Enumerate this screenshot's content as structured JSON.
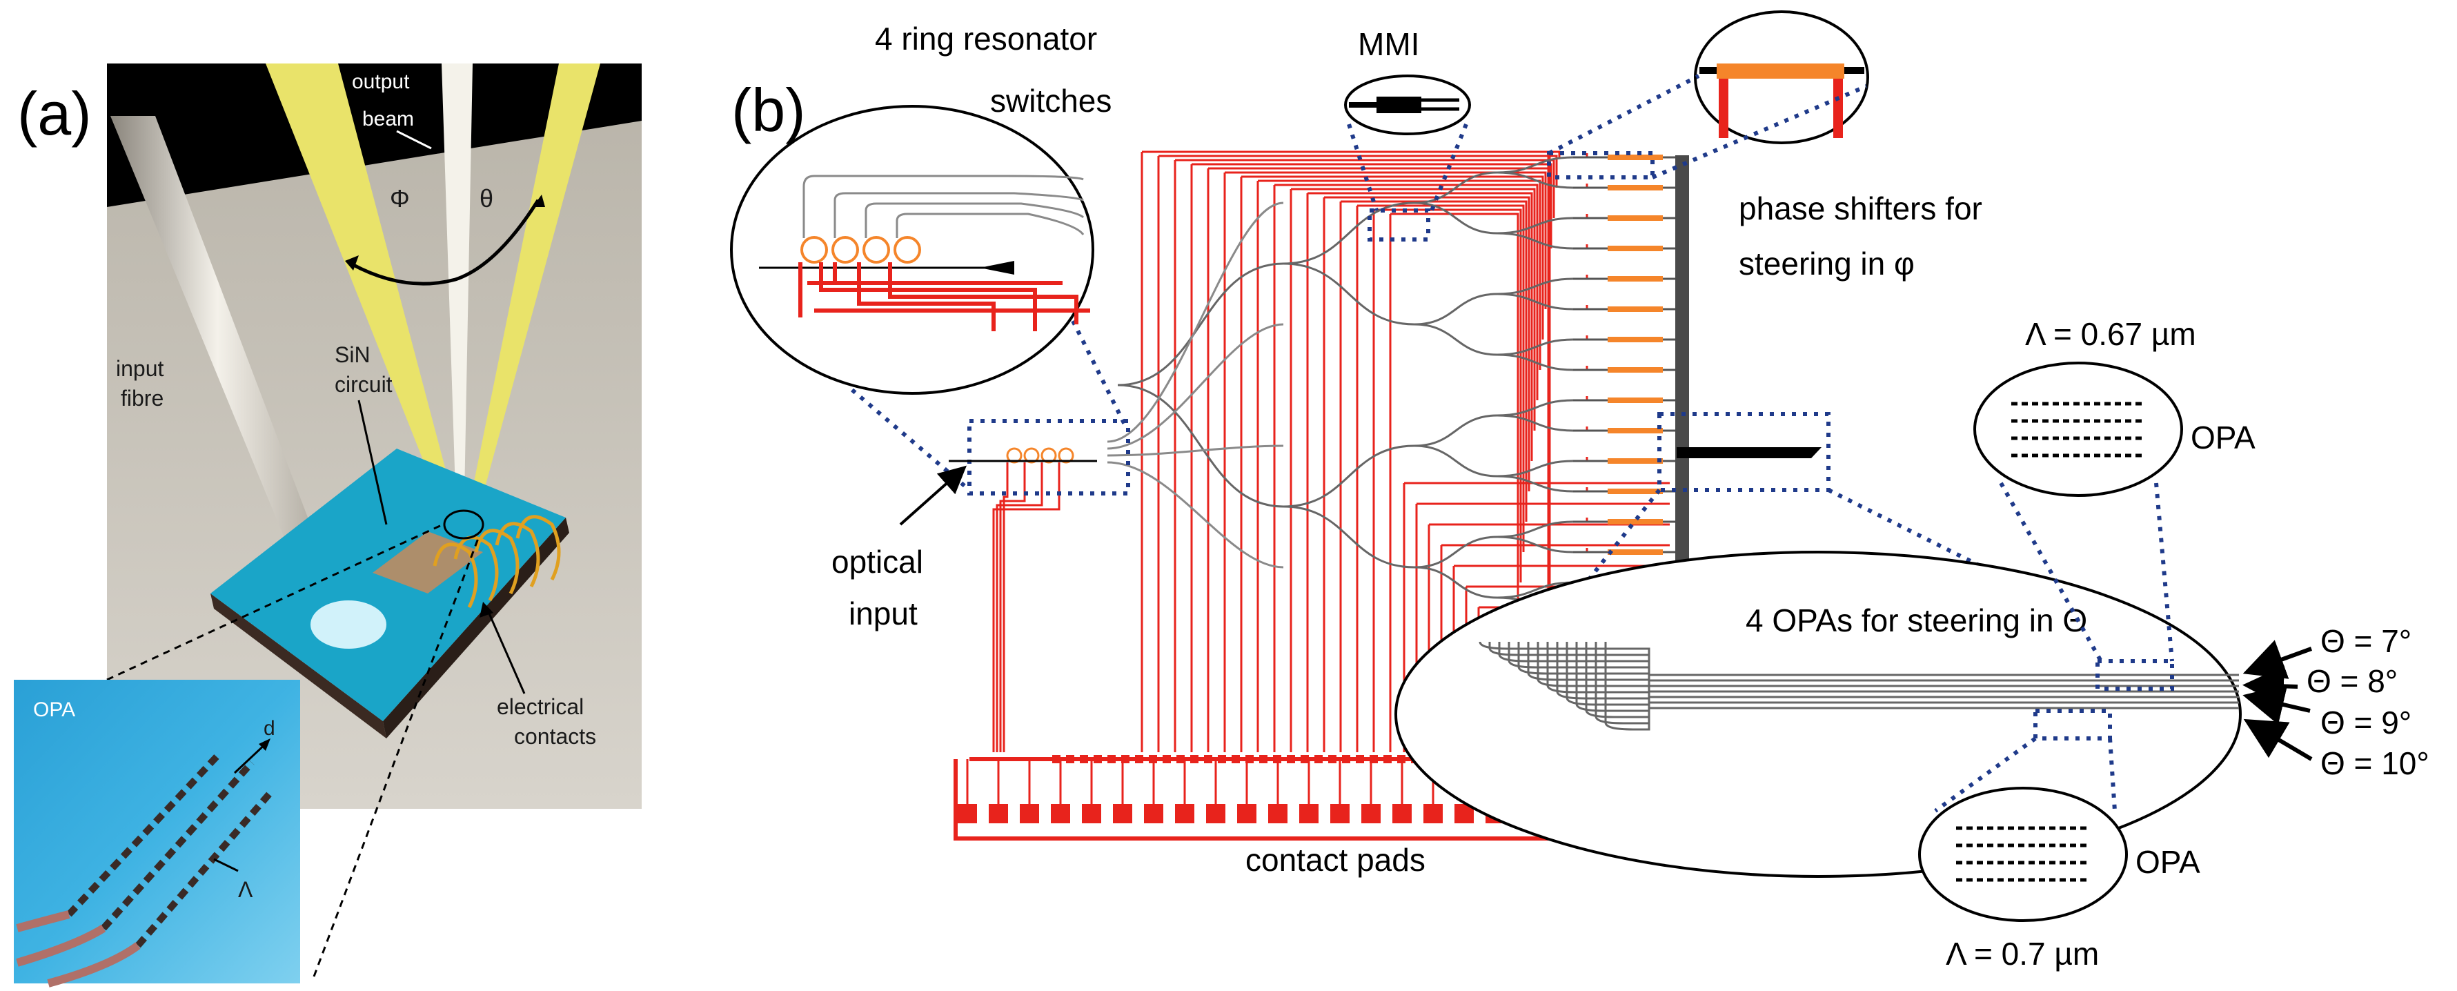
{
  "panel_a": {
    "tag": "(a)",
    "output_beam_1": "output",
    "output_beam_2": "beam",
    "phi_label": "Φ",
    "theta_label": "θ",
    "input_fibre_1": "input",
    "input_fibre_2": "fibre",
    "sin_circuit_1": "SiN",
    "sin_circuit_2": "circuit",
    "electrical_contacts_1": "electrical",
    "electrical_contacts_2": "contacts",
    "inset_opa_label": "OPA",
    "inset_d_label": "d",
    "inset_lambda_label": "Λ"
  },
  "panel_b": {
    "tag": "(b)",
    "ring_switches_1": "4 ring resonator",
    "ring_switches_2": "switches",
    "mmi_label": "MMI",
    "phase_shifters_1": "phase shifters for",
    "phase_shifters_2": "steering in φ",
    "optical_input_1": "optical",
    "optical_input_2": "input",
    "opa_group_label": "4 OPAs for steering in Θ",
    "lambda_top": "Λ = 0.67 µm",
    "lambda_bottom": "Λ = 0.7 µm",
    "opa_top": "OPA",
    "opa_bottom": "OPA",
    "theta_7": "Θ = 7°",
    "theta_8": "Θ = 8°",
    "theta_9": "Θ = 9°",
    "theta_10": "Θ = 10°",
    "contact_pads": "contact pads"
  },
  "colors": {
    "wire_red": "#e8231c",
    "waveguide_gray": "#8a8a8a",
    "heater_orange": "#f5852a",
    "beam_yellow": "#e9e36a",
    "chip_cyan": "#1aa5c8",
    "zoom_blue": "#1f3a8a",
    "gold_wire": "#e0a020"
  }
}
